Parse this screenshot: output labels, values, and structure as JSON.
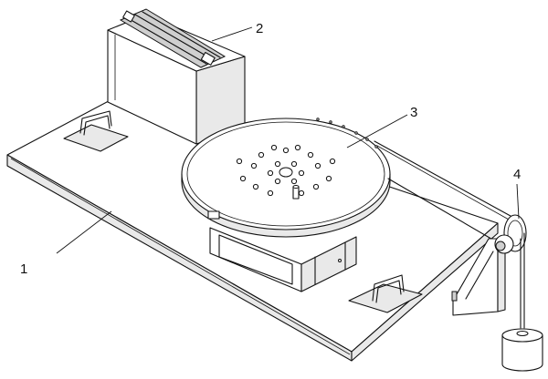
{
  "labels": {
    "base_plate": "1",
    "box_unit": "2",
    "turntable": "3",
    "pulley": "4"
  }
}
